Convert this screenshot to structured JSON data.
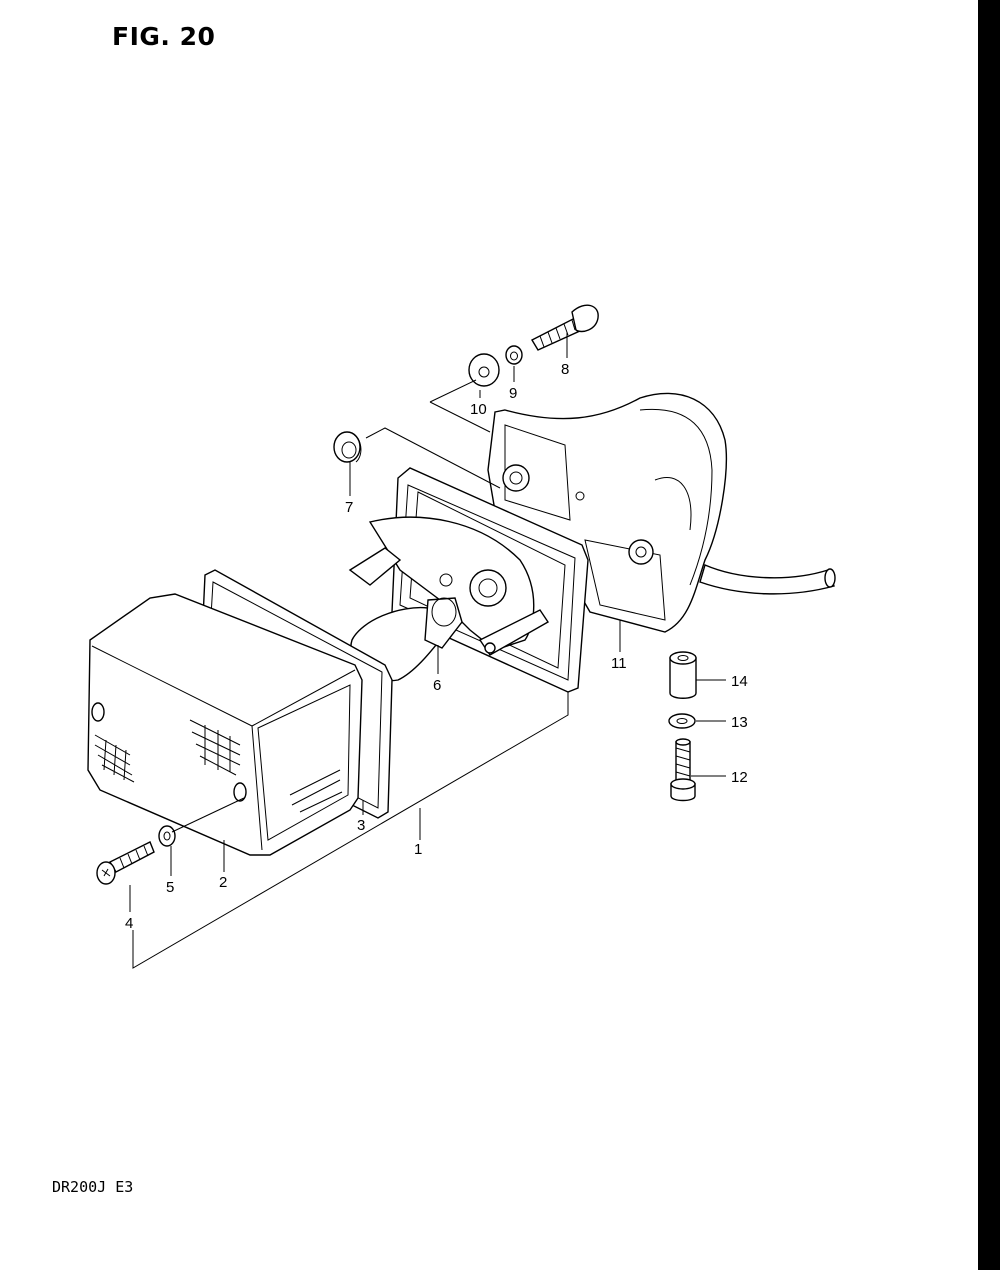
{
  "figure": {
    "title": "FIG. 20",
    "footer": "DR200J E3"
  },
  "callouts": {
    "p1": "1",
    "p2": "2",
    "p3": "3",
    "p4": "4",
    "p5": "5",
    "p6": "6",
    "p7": "7",
    "p8": "8",
    "p9": "9",
    "p10": "10",
    "p11": "11",
    "p12": "12",
    "p13": "13",
    "p14": "14"
  },
  "colors": {
    "ink": "#000000",
    "paper": "#ffffff"
  }
}
